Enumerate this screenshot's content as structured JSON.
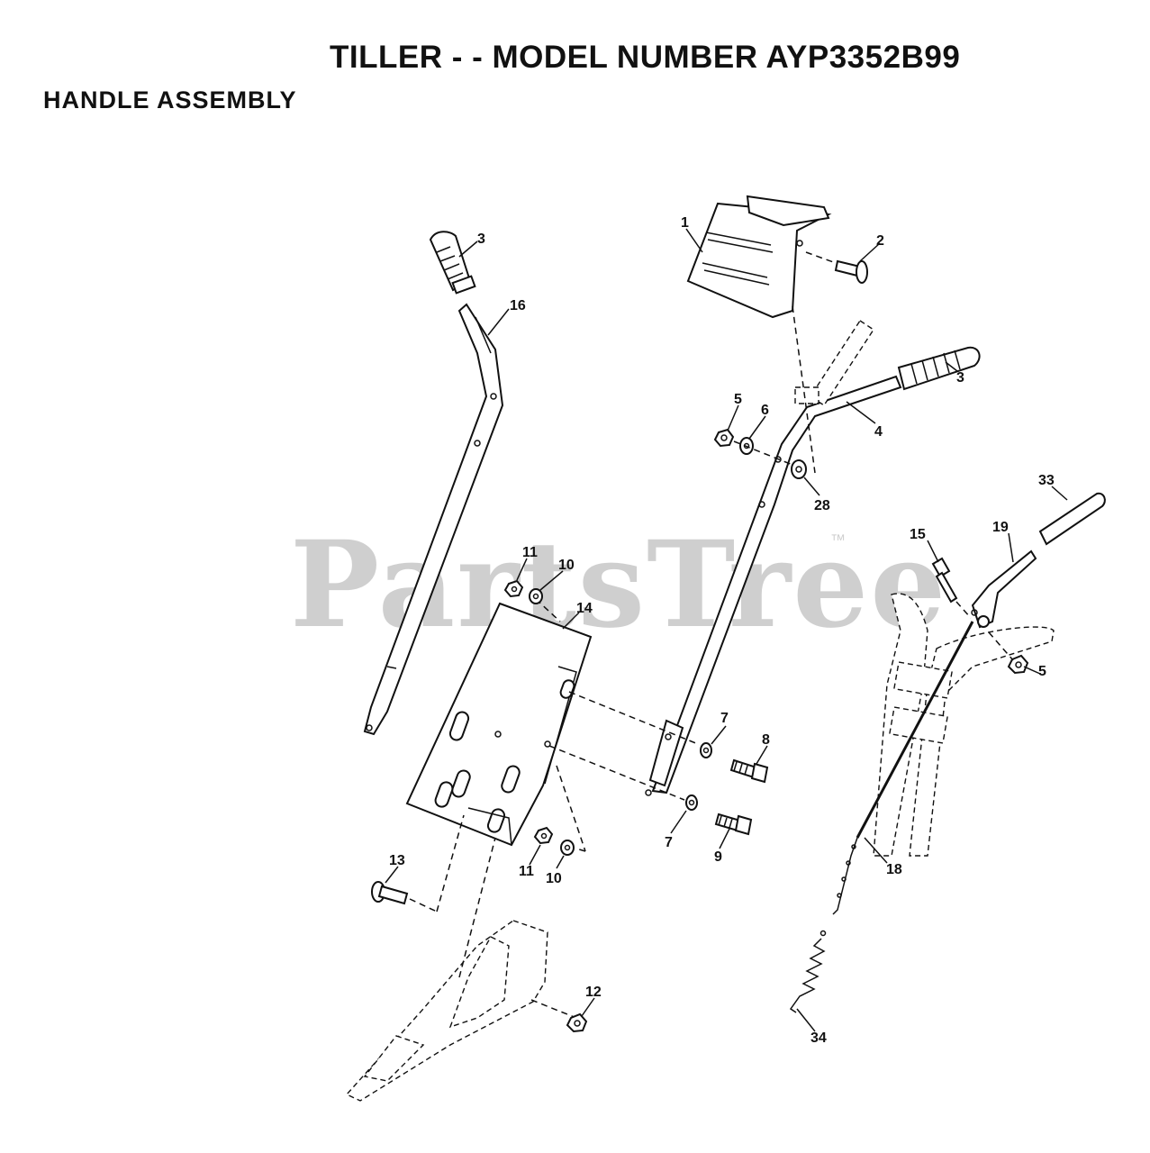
{
  "title": "TILLER - - MODEL NUMBER AYP3352B99",
  "subtitle": "HANDLE ASSEMBLY",
  "watermark": {
    "text": "PartsTree",
    "tm": "™"
  },
  "callouts": [
    "1",
    "2",
    "3",
    "3",
    "4",
    "5",
    "5",
    "6",
    "7",
    "7",
    "8",
    "9",
    "10",
    "10",
    "11",
    "11",
    "12",
    "13",
    "14",
    "15",
    "16",
    "18",
    "19",
    "28",
    "33",
    "34"
  ]
}
